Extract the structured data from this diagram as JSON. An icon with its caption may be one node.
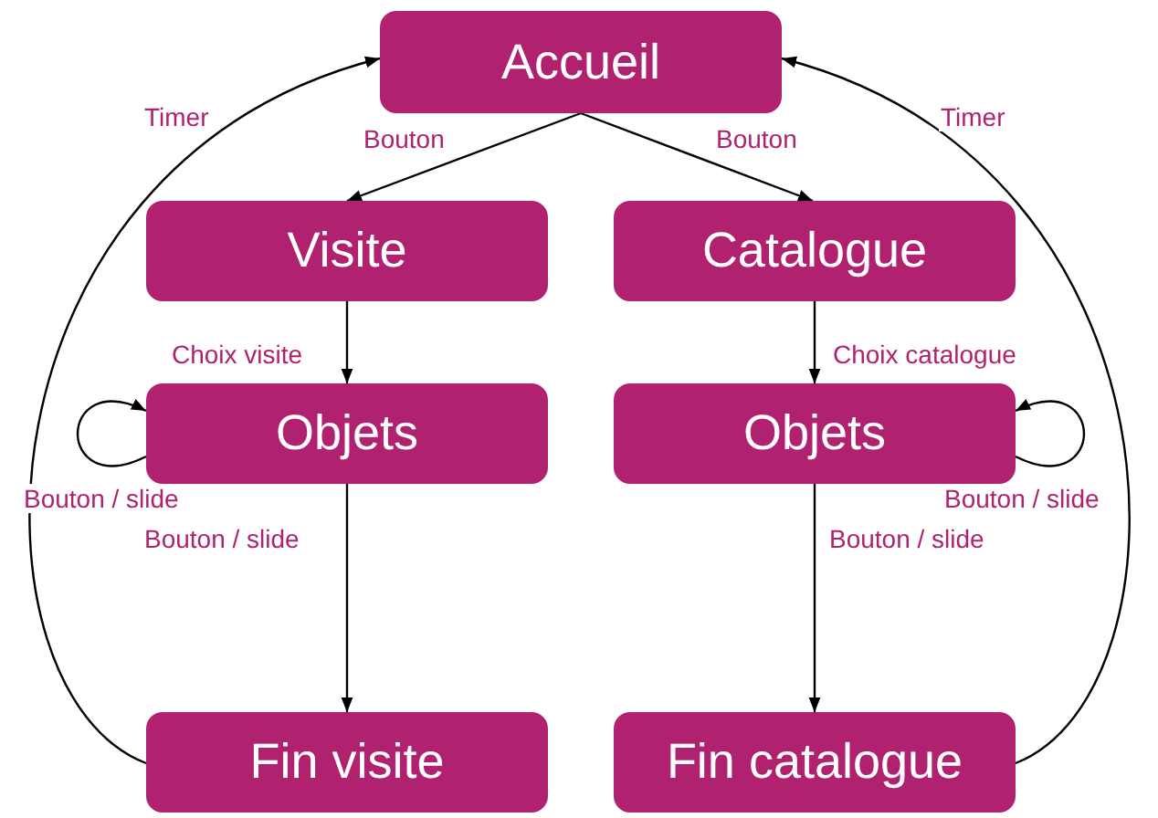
{
  "diagram": {
    "nodes": [
      {
        "text": [
          "Accueil"
        ]
      },
      {
        "text": [
          "Visite"
        ]
      },
      {
        "text": [
          "Catalogue"
        ]
      },
      {
        "text": [
          "Objets"
        ]
      },
      {
        "text": [
          "Objets"
        ]
      },
      {
        "text": [
          "Fin visite"
        ]
      },
      {
        "text": [
          "Fin catalogue"
        ]
      }
    ],
    "edges": [
      {
        "from": 0,
        "to": 1,
        "arrow": "to",
        "label": "Bouton"
      },
      {
        "from": 0,
        "to": 2,
        "arrow": "to",
        "label": "Bouton"
      },
      {
        "from": 1,
        "to": 3,
        "arrow": "to",
        "label": "Choix visite"
      },
      {
        "from": 2,
        "to": 4,
        "arrow": "to",
        "label": "Choix catalogue"
      },
      {
        "from": 3,
        "to": 3,
        "arrow": "to",
        "label": "Bouton / slide"
      },
      {
        "from": 4,
        "to": 4,
        "arrow": "to",
        "label": "Bouton / slide"
      },
      {
        "from": 3,
        "to": 5,
        "arrow": "to",
        "label": "Bouton / slide"
      },
      {
        "from": 4,
        "to": 6,
        "arrow": "to",
        "label": "Bouton / slide"
      },
      {
        "from": 5,
        "to": 0,
        "arrow": "to",
        "label": "Timer"
      },
      {
        "from": 6,
        "to": 0,
        "arrow": "to",
        "label": "Timer"
      }
    ]
  }
}
